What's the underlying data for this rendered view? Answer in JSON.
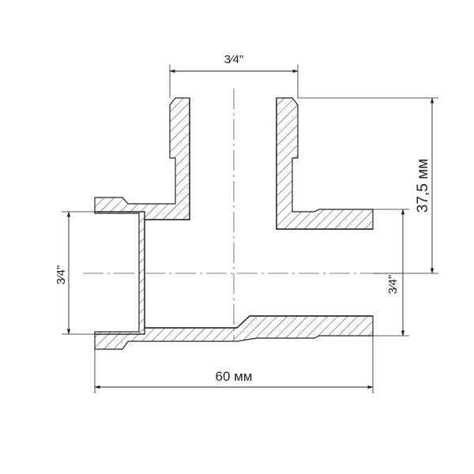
{
  "drawing": {
    "dimensions": {
      "top_thread": "3⁄4\"",
      "left_thread": "3⁄4\"",
      "right_thread": "3⁄4\"",
      "height": "37,5 мм",
      "width": "60 мм"
    },
    "colors": {
      "outline": "#222222",
      "hatch": "#333333",
      "dimension": "#222222",
      "background": "#ffffff"
    }
  }
}
